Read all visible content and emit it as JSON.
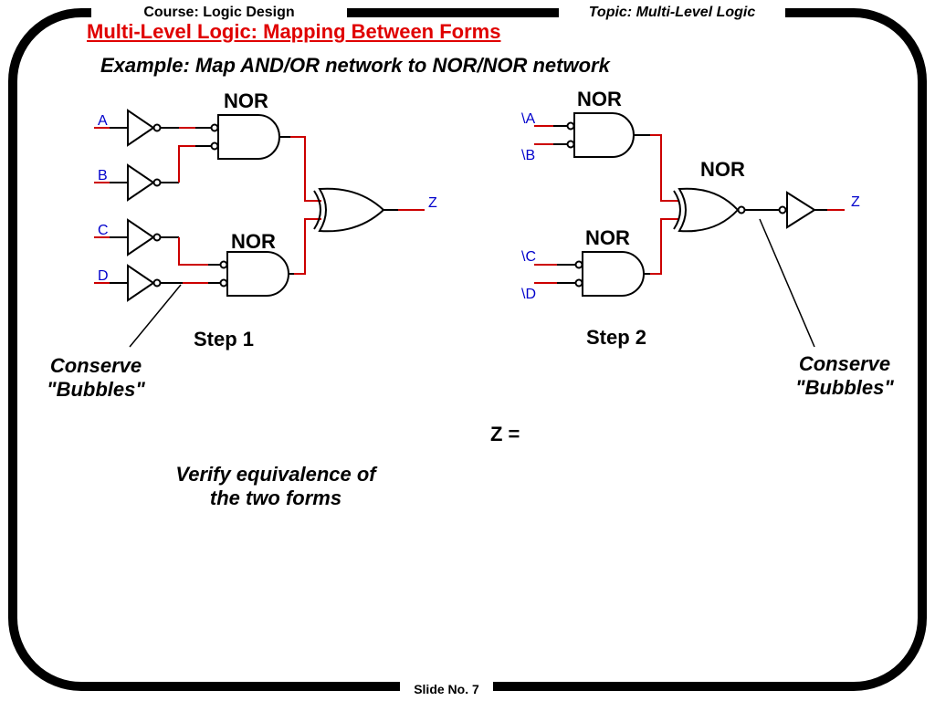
{
  "header": {
    "course": "Course: Logic Design",
    "topic": "Topic: Multi-Level Logic"
  },
  "title": "Multi-Level Logic: Mapping Between Forms",
  "subtitle": "Example: Map AND/OR network to NOR/NOR network",
  "step1": {
    "inputs": [
      "A",
      "B",
      "C",
      "D"
    ],
    "output": "Z",
    "gate_top": "NOR",
    "gate_bottom": "NOR",
    "step_label": "Step 1",
    "note": "Conserve \"Bubbles\""
  },
  "step2": {
    "inputs": [
      "\\A",
      "\\B",
      "\\C",
      "\\D"
    ],
    "output": "Z",
    "gate_top": "NOR",
    "gate_mid": "NOR",
    "gate_bottom": "NOR",
    "step_label": "Step 2",
    "note": "Conserve \"Bubbles\""
  },
  "z_equals": "Z =",
  "verify": "Verify equivalence of the two forms",
  "footer": "Slide  No. 7",
  "colors": {
    "frame": "#000000",
    "title": "#e00000",
    "wire_highlight": "#cc0000",
    "signal_label": "#0000cc"
  }
}
